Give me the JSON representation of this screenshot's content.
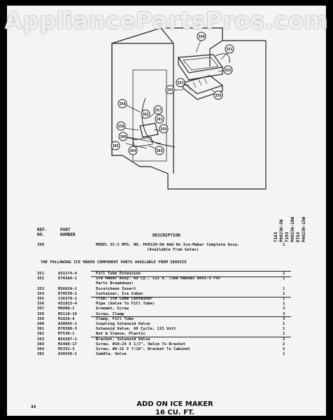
{
  "watermark": "AppliancePartsPros.com",
  "callouts": [
    "350",
    "351",
    "352",
    "353",
    "354",
    "355",
    "356",
    "357",
    "358",
    "359",
    "360",
    "361",
    "362",
    "363",
    "364",
    "365"
  ],
  "models": [
    "T163",
    "P60236-5W",
    "T193",
    "P60236-10W",
    "ET63",
    "P60236-15W"
  ],
  "header": {
    "ref": "REF.",
    "no": "NO.",
    "part": "PART",
    "number": "NUMBER",
    "description": "DESCRIPTION"
  },
  "assembly": {
    "ref": "350",
    "desc1": "MODEL IC-2  MFG. NO. P60120-5W  Add On Ice-Maker Complete Assy.",
    "desc2": "(Available From Sales)",
    "qty": "1"
  },
  "subheading": "THE FOLLOWING ICE MAKER COMPONENT PARTS AVAILABLE FROM SERVICE",
  "parts": [
    {
      "ref": "351",
      "part": "A31274-4",
      "desc": "Fill Tube Extension",
      "qty": "1"
    },
    {
      "ref": "352",
      "part": "D70366-1",
      "desc": "Ice Maker Assy. 60 Cy., 115 V. (See Manual A641-5 For",
      "qty": "1"
    },
    {
      "ref": "",
      "part": "",
      "desc": "Parts Breakdown)",
      "qty": ""
    },
    {
      "ref": "353",
      "part": "B56624-1",
      "desc": "Escutcheon Insert",
      "qty": "1"
    },
    {
      "ref": "354",
      "part": "D70539-1",
      "desc": "Container, Ice Cubes",
      "qty": "1"
    },
    {
      "ref": "355",
      "part": "C36379-1",
      "desc": "Trim, Ice Cube Container",
      "qty": "1"
    },
    {
      "ref": "356",
      "part": "A31015-4",
      "desc": "Pipe (Valve To Fill Tube)",
      "qty": "1"
    },
    {
      "ref": "357",
      "part": "M6800-1",
      "desc": "Grommet, Screw",
      "qty": "3"
    },
    {
      "ref": "358",
      "part": "M2110-16",
      "desc": "Screw, Clamp",
      "qty": "3"
    },
    {
      "ref": "359",
      "part": "M1028-4",
      "desc": "Clamp, Fill Tube",
      "qty": "3"
    },
    {
      "ref": "360",
      "part": "A30845-1",
      "desc": "Coupling Solenoid Valve",
      "qty": "1"
    },
    {
      "ref": "361",
      "part": "D70368-3",
      "desc": "Solenoid Valve, 60 Cycle, 115 Volt",
      "qty": "1"
    },
    {
      "ref": "362",
      "part": "M7530-1",
      "desc": "Nut & Sleeve, Plastic",
      "qty": "1"
    },
    {
      "ref": "363",
      "part": "B56307-1",
      "desc": "Bracket, Solenoid Valve",
      "qty": "1"
    },
    {
      "ref": "364",
      "part": "M2460-17",
      "desc": "Screw, #10-24 X 1/2\", Valve To Bracket",
      "qty": "2"
    },
    {
      "ref": "364",
      "part": "M2331-3",
      "desc": "Screw, #8-32 X 7/16\", Bracket To Cabinet",
      "qty": "2"
    },
    {
      "ref": "365",
      "part": "A30348-1",
      "desc": "Saddle, Valve",
      "qty": "1"
    }
  ],
  "page_number": "44",
  "footer": {
    "line1": "ADD ON ICE MAKER",
    "line2": "16 CU. FT."
  }
}
